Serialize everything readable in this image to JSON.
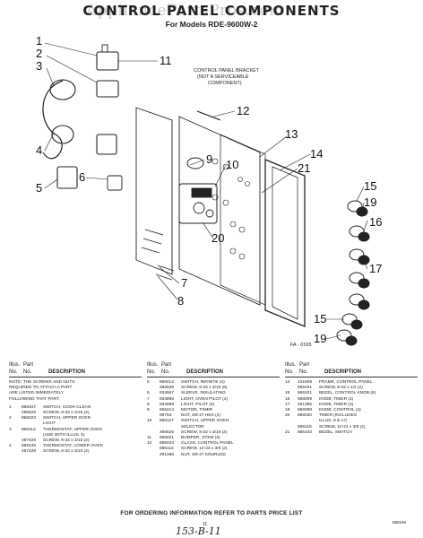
{
  "watermark": "AppliancePartsPros.com",
  "title": "CONTROL PANEL COMPONENTS",
  "subtitle": "For Models RDE-9600W-2",
  "callouts": [
    "1",
    "2",
    "3",
    "4",
    "5",
    "6",
    "7",
    "8",
    "9",
    "10",
    "11",
    "12",
    "13",
    "14",
    "15",
    "16",
    "17",
    "19",
    "20",
    "21"
  ],
  "bracket_note": [
    "CONTROL PANEL BRACKET",
    "(NOT A SERVICEABLE",
    "COMPONENT)"
  ],
  "figure_code": "FA - 0165",
  "parts_list": {
    "headers": {
      "illus": "Illus.",
      "part": "Part",
      "no": "No.",
      "desc": "DESCRIPTION"
    },
    "note": "NOTE: THE SCREWS AND NUTS\nREQUIRED TO ATTACH A PART\nARE LISTED IMMEDIATELY\nFOLLOWING THAT PART.",
    "col1": [
      {
        "illus": "1",
        "part": "866347",
        "desc": "SWITCH, COOK-CLEAN"
      },
      {
        "illus": "",
        "part": "486525",
        "desc": "SCREW, 8-32 x 3/16 (2)"
      },
      {
        "illus": "2",
        "part": "866223",
        "desc": "SWITCH, UPPER OVEN"
      },
      {
        "illus": "",
        "part": "",
        "desc": "LIGHT"
      },
      {
        "illus": "3",
        "part": "866113",
        "desc": "THERMOSTAT, UPPER OVEN"
      },
      {
        "illus": "",
        "part": "",
        "desc": "(USE WITH ILLUS. 6)"
      },
      {
        "illus": "",
        "part": "487428",
        "desc": "SCREW, 6-32 x 3/16 (2)"
      },
      {
        "illus": "4",
        "part": "866245",
        "desc": "THERMOSTAT, LOWER OVEN"
      },
      {
        "illus": "",
        "part": "487428",
        "desc": "SCREW, 6-32 x 3/16 (2)"
      }
    ],
    "col2": [
      {
        "illus": "5",
        "part": "866012",
        "desc": "SWITCH, INFINITE (4)"
      },
      {
        "illus": "",
        "part": "486525",
        "desc": "SCREW, 8-32 x 3/16 (8)"
      },
      {
        "illus": "6",
        "part": "834667",
        "desc": "SLEEVE, INSULATING"
      },
      {
        "illus": "7",
        "part": "834898",
        "desc": "LIGHT, OVEN PILOT (2)"
      },
      {
        "illus": "8",
        "part": "834899",
        "desc": "LIGHT, PILOT (5)"
      },
      {
        "illus": "9",
        "part": "866214",
        "desc": "MOTOR, TIMER"
      },
      {
        "illus": "",
        "part": "98764",
        "desc": "NUT, 3/8-27 HEX (2)"
      },
      {
        "illus": "10",
        "part": "866127",
        "desc": "SWITCH, UPPER OVEN"
      },
      {
        "illus": "",
        "part": "",
        "desc": "SELECTOR"
      },
      {
        "illus": "",
        "part": "486525",
        "desc": "SCREW, 8-32 x 3/16 (2)"
      },
      {
        "illus": "11",
        "part": "866021",
        "desc": "BUMPER, STEM (6)"
      },
      {
        "illus": "12",
        "part": "866033",
        "desc": "GLASS, CONTROL PANEL"
      },
      {
        "illus": "",
        "part": "595119",
        "desc": "SCREW, 10-24 x 3/8 (2)"
      },
      {
        "illus": "",
        "part": "291266",
        "desc": "NUT, 3/8-27 KNURLED"
      }
    ],
    "col3": [
      {
        "illus": "14",
        "part": "241609",
        "desc": "FRAME, CONTROL PANEL"
      },
      {
        "illus": "",
        "part": "595451",
        "desc": "SCREW, 8-32 x 1/2 (2)"
      },
      {
        "illus": "15",
        "part": "866101",
        "desc": "BEZEL, CONTROL KNOB (8)"
      },
      {
        "illus": "16",
        "part": "866009",
        "desc": "KNOB, TIMER (2)"
      },
      {
        "illus": "17",
        "part": "281385",
        "desc": "KNOB, TIMER (3)"
      },
      {
        "illus": "19",
        "part": "866098",
        "desc": "KNOB, CONTROL (4)"
      },
      {
        "illus": "20",
        "part": "866030",
        "desc": "TIMER (INCLUDES"
      },
      {
        "illus": "",
        "part": "",
        "desc": "ILLUS. 9 & 17)"
      },
      {
        "illus": "",
        "part": "595119",
        "desc": "SCREW, 10-24 x 3/8 (2)"
      },
      {
        "illus": "21",
        "part": "866103",
        "desc": "BEZEL, SWITCH"
      }
    ]
  },
  "footer": "FOR ORDERING INFORMATION REFER TO PARTS PRICE LIST",
  "page_number": "11",
  "doc_code": "980169",
  "handwritten_note": "153-B-11"
}
